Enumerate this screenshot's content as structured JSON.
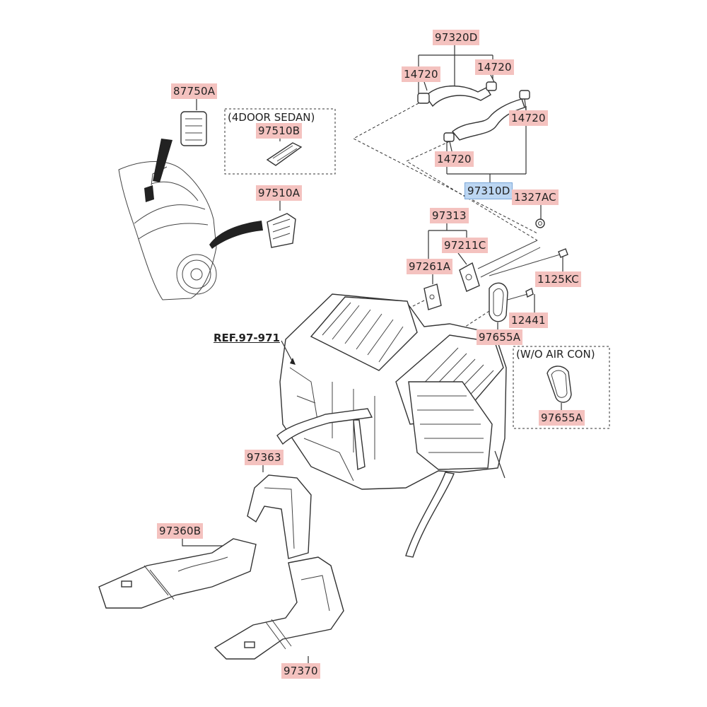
{
  "labels": {
    "p97320D": "97320D",
    "p14720_a": "14720",
    "p14720_b": "14720",
    "p14720_c": "14720",
    "p14720_d": "14720",
    "p97310D": "97310D",
    "p1327AC": "1327AC",
    "p97313": "97313",
    "p97211C": "97211C",
    "p97261A": "97261A",
    "p1125KC": "1125KC",
    "p12441": "12441",
    "p97655A_a": "97655A",
    "p97655A_b": "97655A",
    "p87750A": "87750A",
    "p97510B": "97510B",
    "p97510A": "97510A",
    "p97363": "97363",
    "p97360B": "97360B",
    "p97370": "97370"
  },
  "notes": {
    "sedan": "(4DOOR SEDAN)",
    "woaircon": "(W/O AIR CON)",
    "ref": "REF.97-971"
  },
  "colors": {
    "label_bg": "#f4c2bf",
    "selected_label_bg": "#bcd6f2"
  }
}
